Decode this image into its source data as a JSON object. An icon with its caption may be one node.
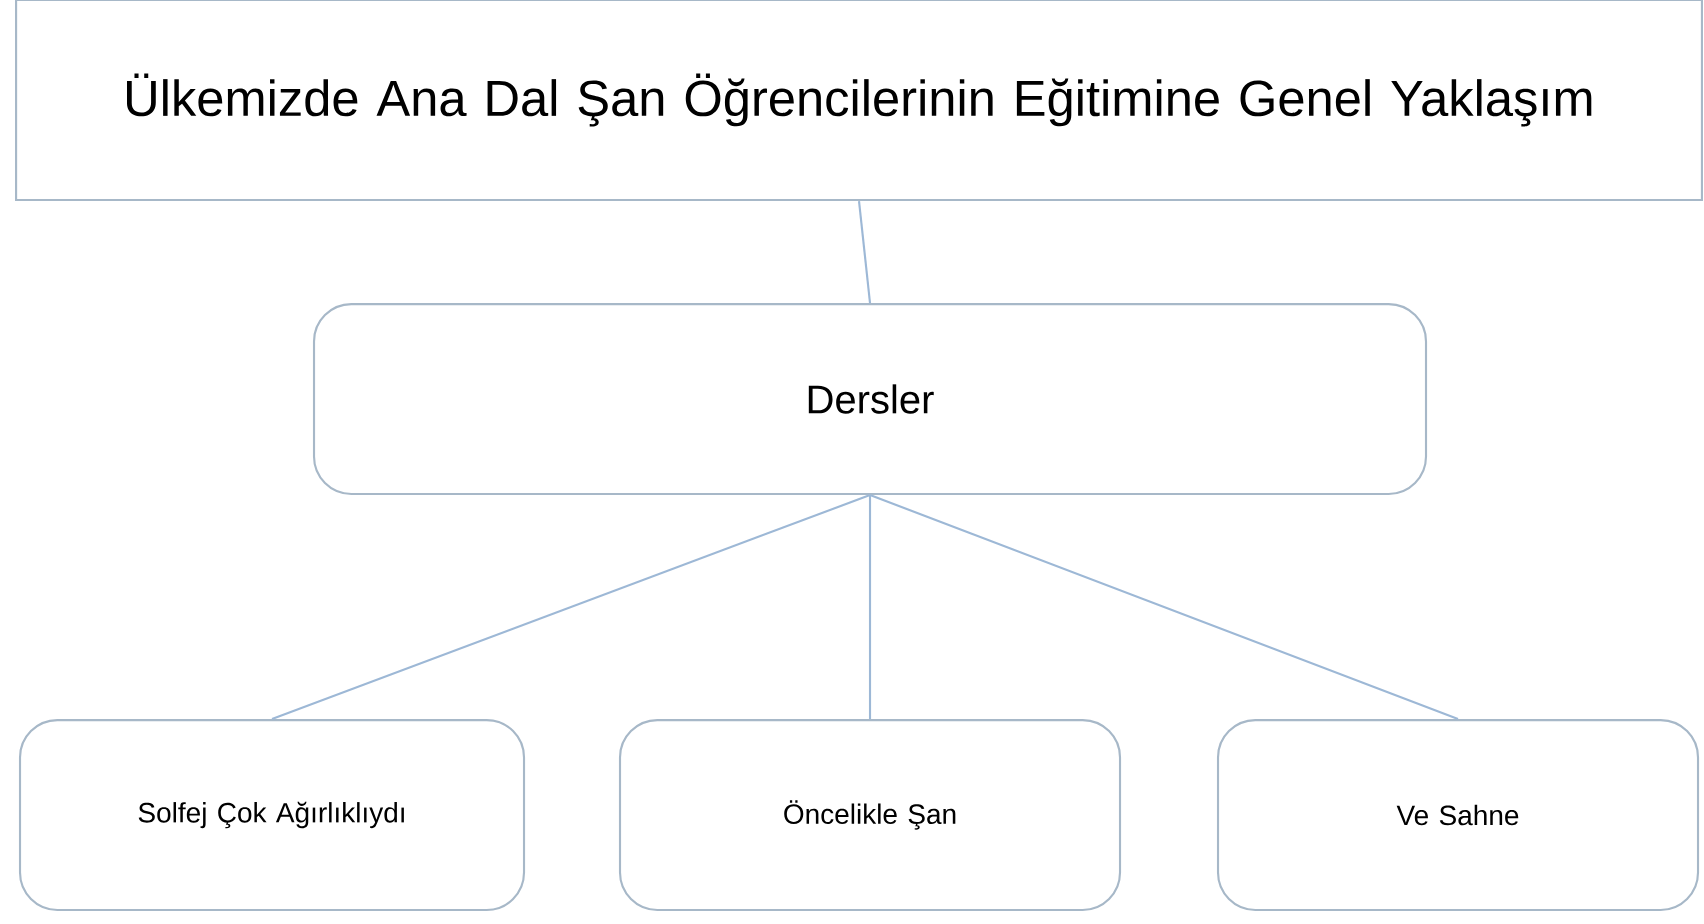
{
  "diagram": {
    "nodes": [
      {
        "text": [
          "Ülkemizde Ana Dal Şan Öğrencilerinin Eğitimine Genel Yaklaşım"
        ]
      },
      {
        "text": [
          "Dersler"
        ]
      },
      {
        "text": [
          "Solfej Çok Ağırlıklıydı"
        ]
      },
      {
        "text": [
          "Öncelikle Şan"
        ]
      },
      {
        "text": [
          "Ve Sahne"
        ]
      }
    ],
    "edges": [
      {
        "from": 0,
        "to": 1,
        "arrow": "none"
      },
      {
        "from": 1,
        "to": 2,
        "arrow": "none"
      },
      {
        "from": 1,
        "to": 3,
        "arrow": "none"
      },
      {
        "from": 1,
        "to": 4,
        "arrow": "none"
      }
    ]
  }
}
